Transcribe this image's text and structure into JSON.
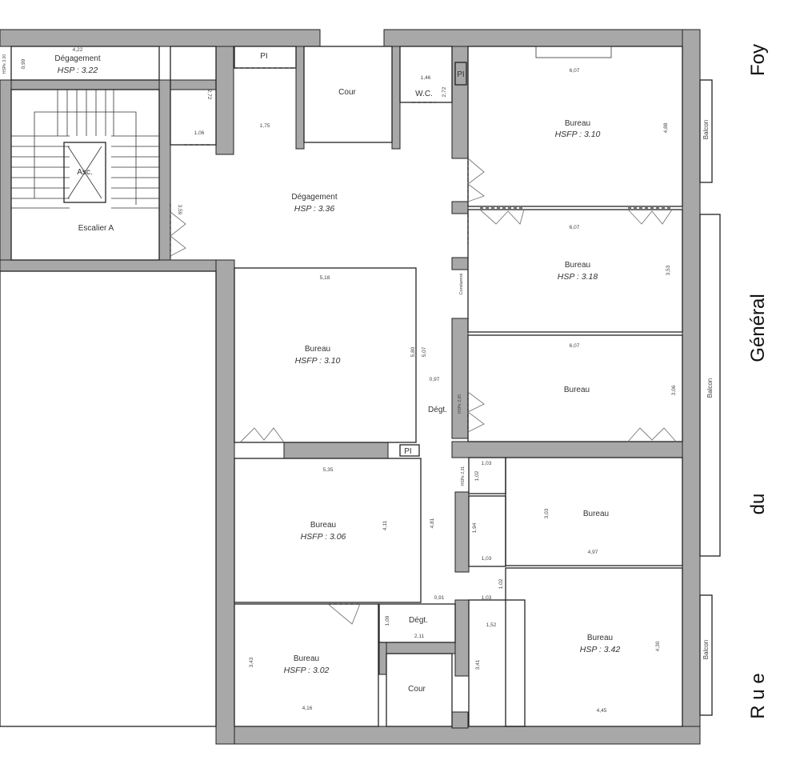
{
  "street": {
    "word1": "R u e",
    "word2": "du",
    "word3": "Général",
    "word4": "Foy"
  },
  "rooms": {
    "degagement_top": {
      "name": "Dégagement",
      "hsp": "HSP : 3.22",
      "width": "4,22",
      "depth": "0,99",
      "hspe": "HSPe 3.20"
    },
    "closet_top": {
      "depth": "2,72",
      "width": "1,06"
    },
    "pi_top": {
      "name": "PI"
    },
    "cour_top": {
      "name": "Cour"
    },
    "passage_top": {
      "width": "1,75"
    },
    "wc": {
      "name": "W.C.",
      "width": "1,46",
      "depth": "2,72"
    },
    "pi_wc": {
      "name": "PI"
    },
    "stair": {
      "name": "Escalier A",
      "lift": "Asc.",
      "dim": "3,59"
    },
    "degagement_main": {
      "name": "Dégagement",
      "hsp": "HSP : 3.36"
    },
    "bureau_ne": {
      "name": "Bureau",
      "hsp": "HSFP : 3.10",
      "width": "6,07",
      "depth": "4,88"
    },
    "bureau_e2": {
      "name": "Bureau",
      "hsp": "HSP : 3.18",
      "width": "6,07",
      "depth": "3,53"
    },
    "condamne": {
      "name": "Condamné"
    },
    "bureau_c1": {
      "name": "Bureau",
      "hsp": "HSFP : 3.10",
      "width": "5,18",
      "depth": "5,80"
    },
    "degt_mid": {
      "name": "Dégt.",
      "length": "5,07",
      "width": "0,97",
      "hspe": "HSPe 2,65"
    },
    "bureau_e3": {
      "name": "Bureau",
      "width": "6,07",
      "depth": "3,06"
    },
    "pi_mid": {
      "name": "PI"
    },
    "bureau_c2": {
      "name": "Bureau",
      "hsp": "HSFP : 3.06",
      "width": "5,35",
      "depth": "4,11",
      "corridor": "4,81"
    },
    "small_rooms": {
      "w1": "1,03",
      "d1": "1,02",
      "hspe": "HSPe 2,31",
      "d2": "1,94",
      "w2": "1,03",
      "d3": "1,02",
      "w3": "0,91",
      "w4": "1,03",
      "w5": "1,52"
    },
    "bureau_e4": {
      "name": "Bureau",
      "width": "4,97",
      "depth": "3,03"
    },
    "bureau_se": {
      "name": "Bureau",
      "hsp": "HSP : 3.42",
      "width": "4,45",
      "depth": "4,30"
    },
    "degt_bottom": {
      "name": "Dégt.",
      "width": "2,11",
      "depth": "1,09"
    },
    "bureau_sw": {
      "name": "Bureau",
      "hsp": "HSFP : 3.02",
      "width": "4,16",
      "depth": "3,43"
    },
    "cour_bottom": {
      "name": "Cour",
      "depth": "3,41"
    },
    "balcony": {
      "label": "Balcon"
    }
  },
  "colors": {
    "wall": "#a8a8a8",
    "line": "#222222",
    "background": "#ffffff"
  }
}
